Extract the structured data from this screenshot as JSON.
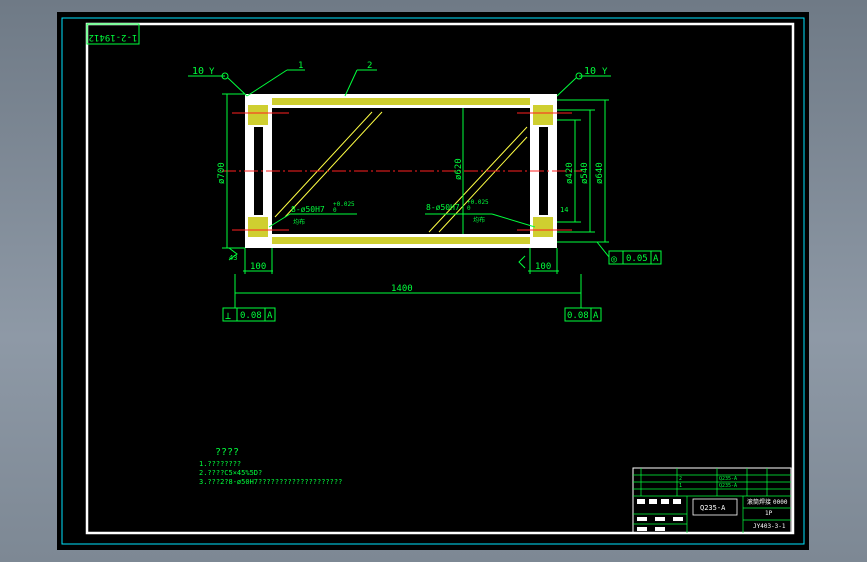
{
  "drawing_code_mirrored": "1-2-19412",
  "balloons": {
    "part1": "1",
    "part2": "2"
  },
  "roughness": {
    "left": "10",
    "right": "10"
  },
  "dimensions": {
    "outer_dia": "ø700",
    "bore_dia": "ø620",
    "d420": "ø420",
    "d540": "ø540",
    "d640": "ø640",
    "hole_left": "8-ø50H7",
    "hole_left_tol": "+0.025",
    "hole_left_tol2": "0",
    "hole_left_note": "均布",
    "hole_right": "8-ø50H7",
    "hole_right_tol": "+0.025",
    "hole_right_tol2": "0",
    "hole_right_note": "均布",
    "width_left": "100",
    "width_right": "100",
    "overall_length": "1400",
    "chamfer_left": "43",
    "angle_right": "14"
  },
  "gdt": {
    "perp_symbol": "⊥",
    "perp_value": "0.08",
    "perp_datum": "A",
    "right_value": "0.08",
    "right_datum": "A",
    "concentric_symbol": "◎",
    "concentric_value": "0.05",
    "concentric_datum": "A"
  },
  "notes": {
    "title": "????",
    "line1": "1.????????",
    "line2": "2.????C5×45%5D?",
    "line3": "3.???2?8-ø50H7????????????????????"
  },
  "title_block": {
    "material": "Q235-A",
    "row1a": "2",
    "row1b": "Q235-A",
    "row2a": "1",
    "row2b": "Q235-A",
    "name": "滚筒焊接",
    "scale": "0000",
    "sheet": "1P",
    "drawing_no": "JY403-3-1"
  },
  "colors": {
    "background": "#000000",
    "frame": "#ffffff",
    "part_fill": "#ffffff",
    "dimension": "#00ff3c",
    "centerline": "#ff2020",
    "hatch": "#ffff44",
    "leader": "#00e5ff"
  }
}
